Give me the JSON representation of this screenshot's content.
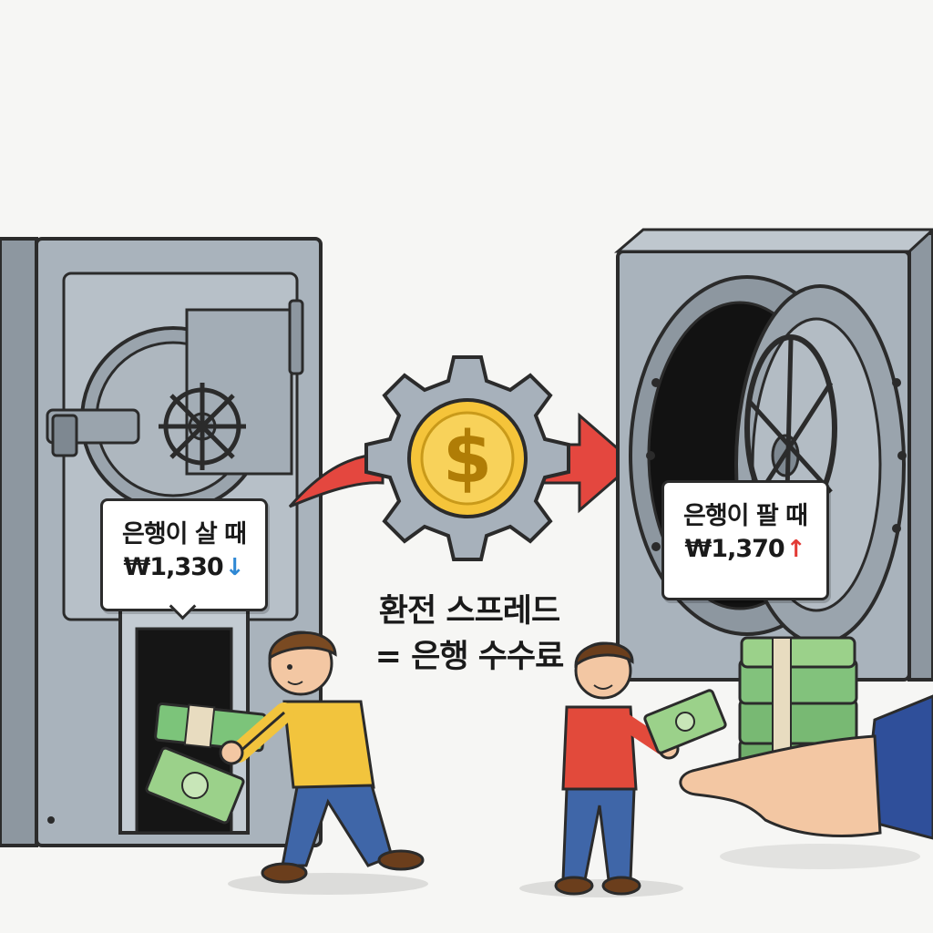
{
  "left_vault": {
    "label": "은행이 살 때",
    "price": "₩1,330",
    "direction_icon": "arrow-down-icon",
    "direction_color": "#2f88d4"
  },
  "right_vault": {
    "label": "은행이 팔 때",
    "price": "₩1,370",
    "direction_icon": "arrow-up-icon",
    "direction_color": "#e23b36"
  },
  "center": {
    "caption_line1": "환전 스프레드",
    "caption_line2": "= 은행 수수료",
    "coin_symbol": "$",
    "gear_icon": "gear-icon",
    "flow_arrow_color": "#e4473f"
  },
  "colors": {
    "vault_steel": "#a9b3bc",
    "vault_dark": "#7e8891",
    "cash_green": "#7cc47a",
    "coin_gold": "#f5c43a",
    "background": "#f6f6f4"
  }
}
